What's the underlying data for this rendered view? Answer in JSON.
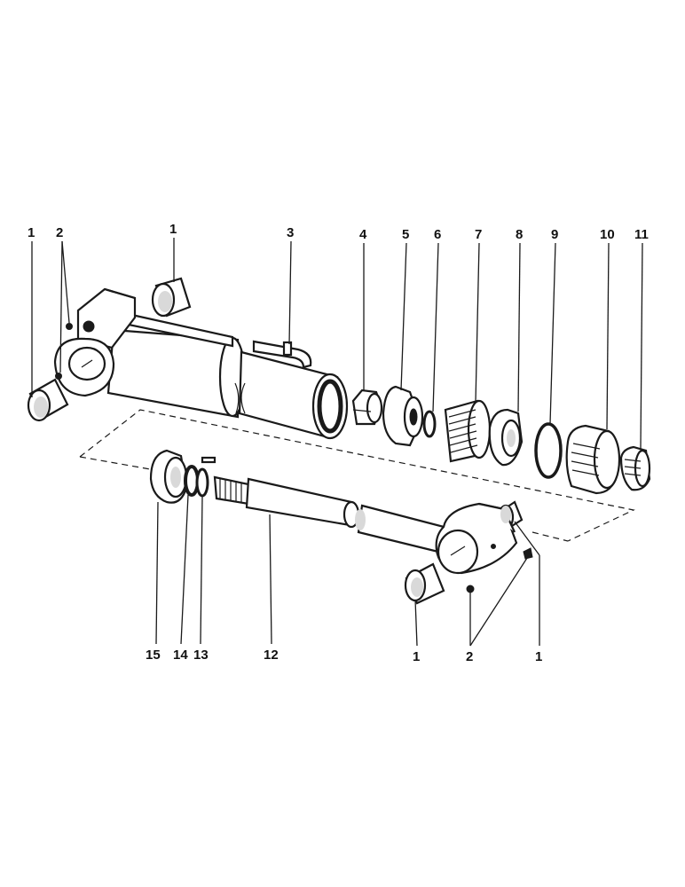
{
  "callouts": {
    "c1_far_left": "1",
    "c2_left": "2",
    "c1_top": "1",
    "c3": "3",
    "c4": "4",
    "c5": "5",
    "c6": "6",
    "c7": "7",
    "c8": "8",
    "c9": "9",
    "c10": "10",
    "c11": "11",
    "c15": "15",
    "c14": "14",
    "c13": "13",
    "c12": "12",
    "c1_bottom_left": "1",
    "c2_bottom": "2",
    "c1_bottom_right": "1"
  }
}
